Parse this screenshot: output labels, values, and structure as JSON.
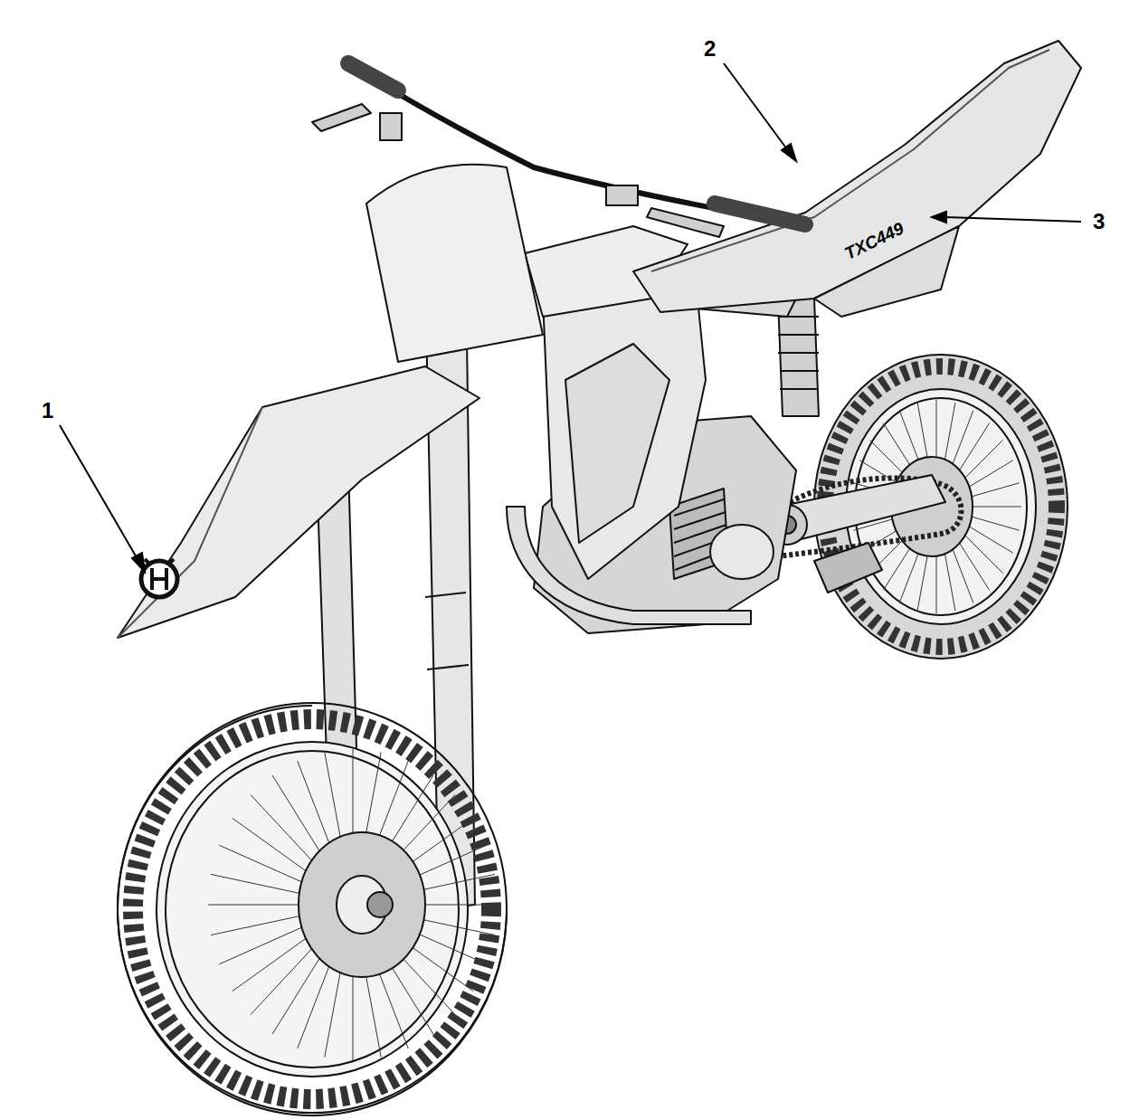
{
  "diagram": {
    "labels": [
      "1",
      "2",
      "3",
      "TXC449"
    ]
  }
}
